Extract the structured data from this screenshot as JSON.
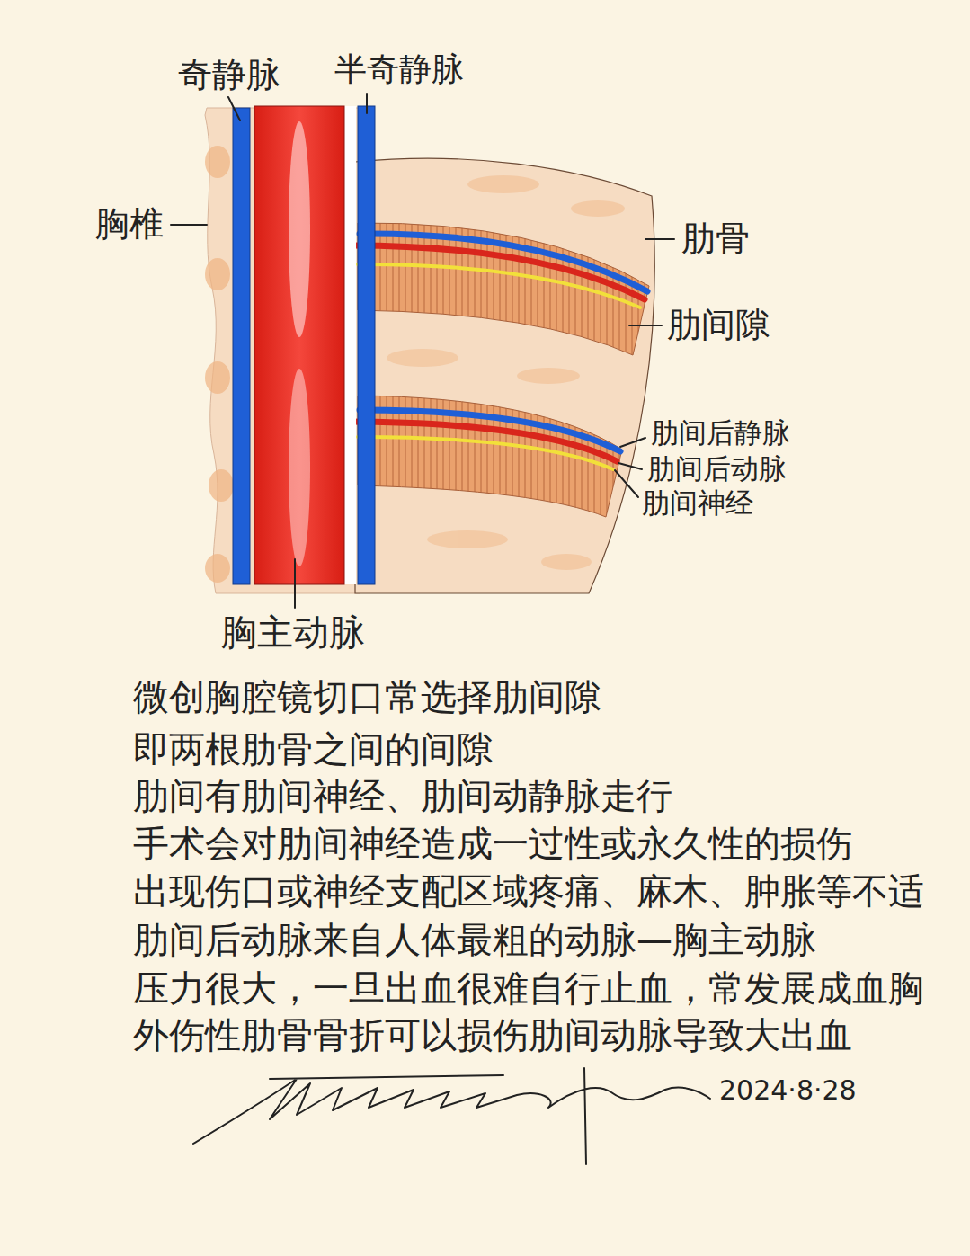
{
  "diagram": {
    "labels": [
      "奇静脉",
      "半奇静脉",
      "胸椎",
      "肋骨",
      "肋间隙",
      "肋间后静脉",
      "肋间后动脉",
      "肋间神经",
      "胸主动脉",
      "微创胸腔镜切口常选择肋间隙",
      "即两根肋骨之间的间隙",
      "肋间有肋间神经、肋间动静脉走行",
      "手术会对肋间神经造成一过性或永久性的损伤",
      "出现伤口或神经支配区域疼痛、麻木、肿胀等不适",
      "肋间后动脉来自人体最粗的动脉—胸主动脉",
      "压力很大，一旦出血很难自行止血，常发展成血胸",
      "外伤性肋骨骨折可以损伤肋间动脉导致大出血",
      "2024·8·28"
    ]
  }
}
